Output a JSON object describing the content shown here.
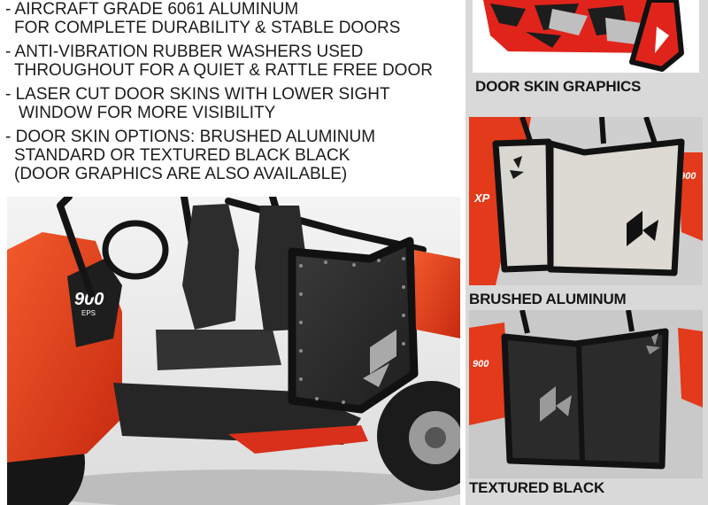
{
  "features": [
    {
      "lines": [
        "- AIRCRAFT GRADE 6061 ALUMINUM",
        "FOR COMPLETE DURABILITY & STABLE DOORS"
      ]
    },
    {
      "lines": [
        "- ANTI-VIBRATION RUBBER WASHERS USED",
        "THROUGHOUT FOR A QUIET & RATTLE FREE DOOR"
      ]
    },
    {
      "lines": [
        "- LASER CUT DOOR SKINS WITH LOWER SIGHT",
        "WINDOW FOR MORE VISIBILITY"
      ]
    },
    {
      "lines": [
        "- DOOR SKIN OPTIONS: BRUSHED ALUMINUM",
        "STANDARD OR TEXTURED BLACK BLACK",
        "(DOOR GRAPHICS ARE ALSO AVAILABLE)"
      ]
    }
  ],
  "main_photo": {
    "badge_text": "900",
    "badge_sub": "EPS"
  },
  "options": [
    {
      "caption": "DOOR SKIN GRAPHICS"
    },
    {
      "caption": "BRUSHED ALUMINUM",
      "badge_text": "900",
      "side_text": "XP"
    },
    {
      "caption": "TEXTURED BLACK",
      "badge_text": "900"
    }
  ],
  "colors": {
    "vehicle_red": "#e23a1a",
    "frame_black": "#151515",
    "skin_black": "#2b2b2b",
    "skin_aluminum": "#d9d7d2",
    "graphic_red": "#e0241c",
    "panel_gray": "#d9d9d9"
  },
  "icons": [
    "star-logo-icon",
    "chevron-cutout-icon"
  ]
}
